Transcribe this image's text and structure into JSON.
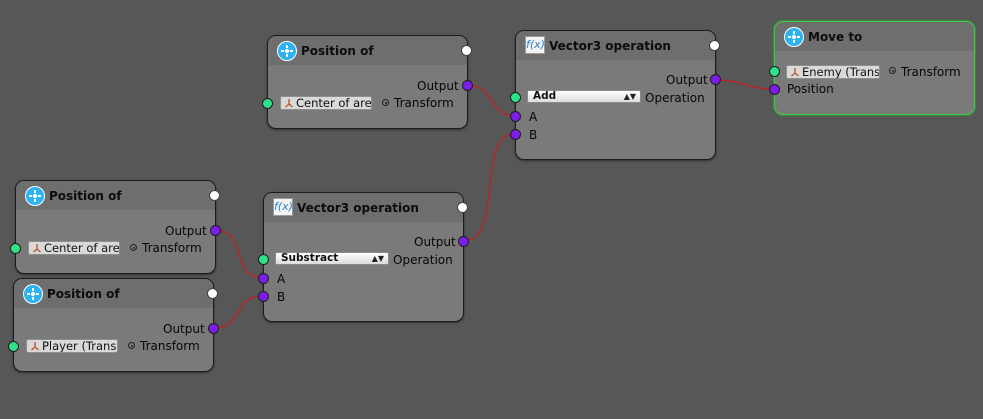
{
  "nodes": {
    "pos1": {
      "title": "Position of",
      "output_label": "Output",
      "field_value": "Center of are",
      "field_type": "Transform"
    },
    "pos2": {
      "title": "Position of",
      "output_label": "Output",
      "field_value": "Center of are",
      "field_type": "Transform"
    },
    "pos3": {
      "title": "Position of",
      "output_label": "Output",
      "field_value": "Player (Trans",
      "field_type": "Transform"
    },
    "vec_sub": {
      "title": "Vector3 operation",
      "icon_text": "f(x)",
      "output_label": "Output",
      "operation_value": "Substract",
      "operation_label": "Operation",
      "input_a": "A",
      "input_b": "B"
    },
    "vec_add": {
      "title": "Vector3 operation",
      "icon_text": "f(x)",
      "output_label": "Output",
      "operation_value": "Add",
      "operation_label": "Operation",
      "input_a": "A",
      "input_b": "B"
    },
    "move_to": {
      "title": "Move to",
      "field_value": "Enemy (Trans",
      "field_type": "Transform",
      "position_label": "Position"
    }
  },
  "colors": {
    "background": "#575757",
    "node_body": "#7a7a7a",
    "node_header": "#6e6e6e",
    "wire": "#c42020",
    "port_vector": "#7a1ee8",
    "port_object": "#2ee28a",
    "active_border": "#34d13f",
    "node_icon": "#2bb3f2"
  },
  "icons": {
    "node_icon": "action-node-icon",
    "function_icon": "function-fx-icon",
    "flow_port": "flow-port-icon",
    "object_field": "gameobject-transform-icon",
    "picker": "object-picker-icon"
  }
}
